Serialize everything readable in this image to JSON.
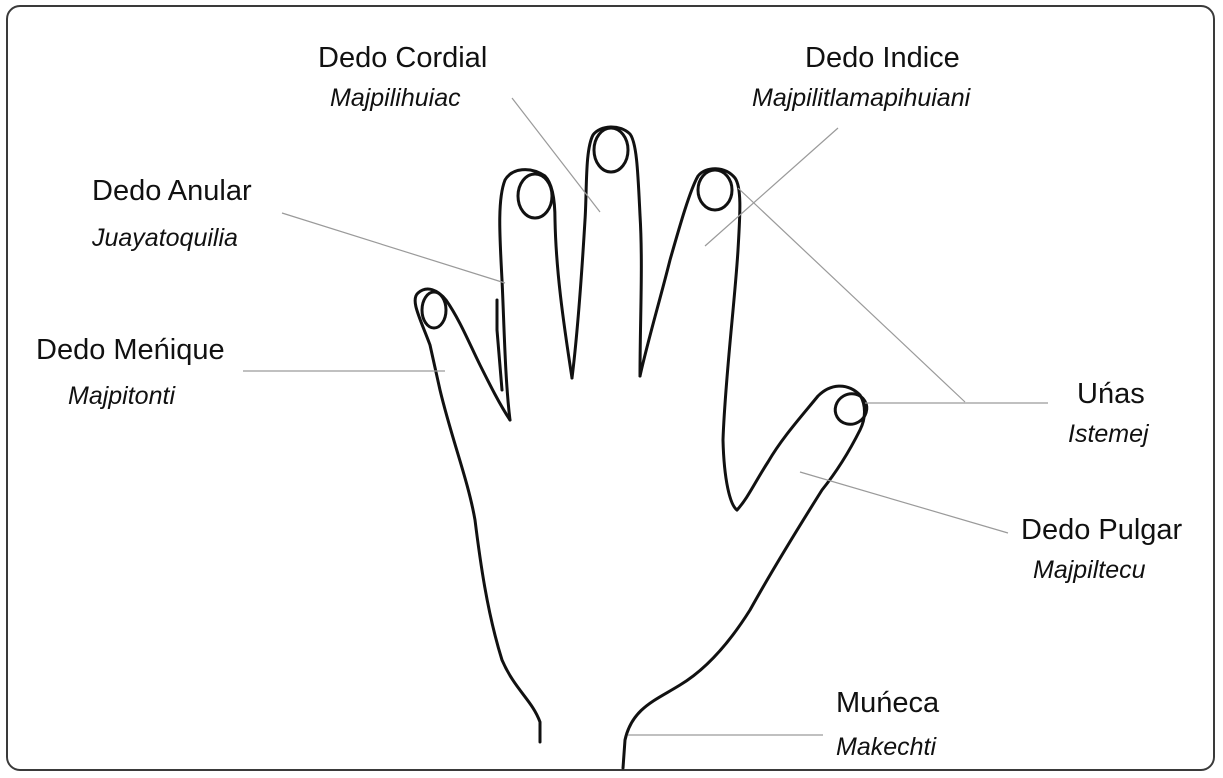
{
  "labels": {
    "cordial": {
      "es": "Dedo Cordial",
      "na": "Majpilihuiac"
    },
    "indice": {
      "es": "Dedo Indice",
      "na": "Majpilitlamapihuiani"
    },
    "anular": {
      "es": "Dedo Anular",
      "na": "Juayatoquilia"
    },
    "menique": {
      "es": "Dedo Meńique",
      "na": "Majpitonti"
    },
    "unas": {
      "es": "Uńas",
      "na": "Istemej"
    },
    "pulgar": {
      "es": "Dedo Pulgar",
      "na": "Majpiltecu"
    },
    "muneca": {
      "es": "Muńeca",
      "na": "Makechti"
    }
  },
  "colors": {
    "outline": "#111111",
    "leader": "#9a9a9a",
    "frame": "#3a3a3a"
  }
}
